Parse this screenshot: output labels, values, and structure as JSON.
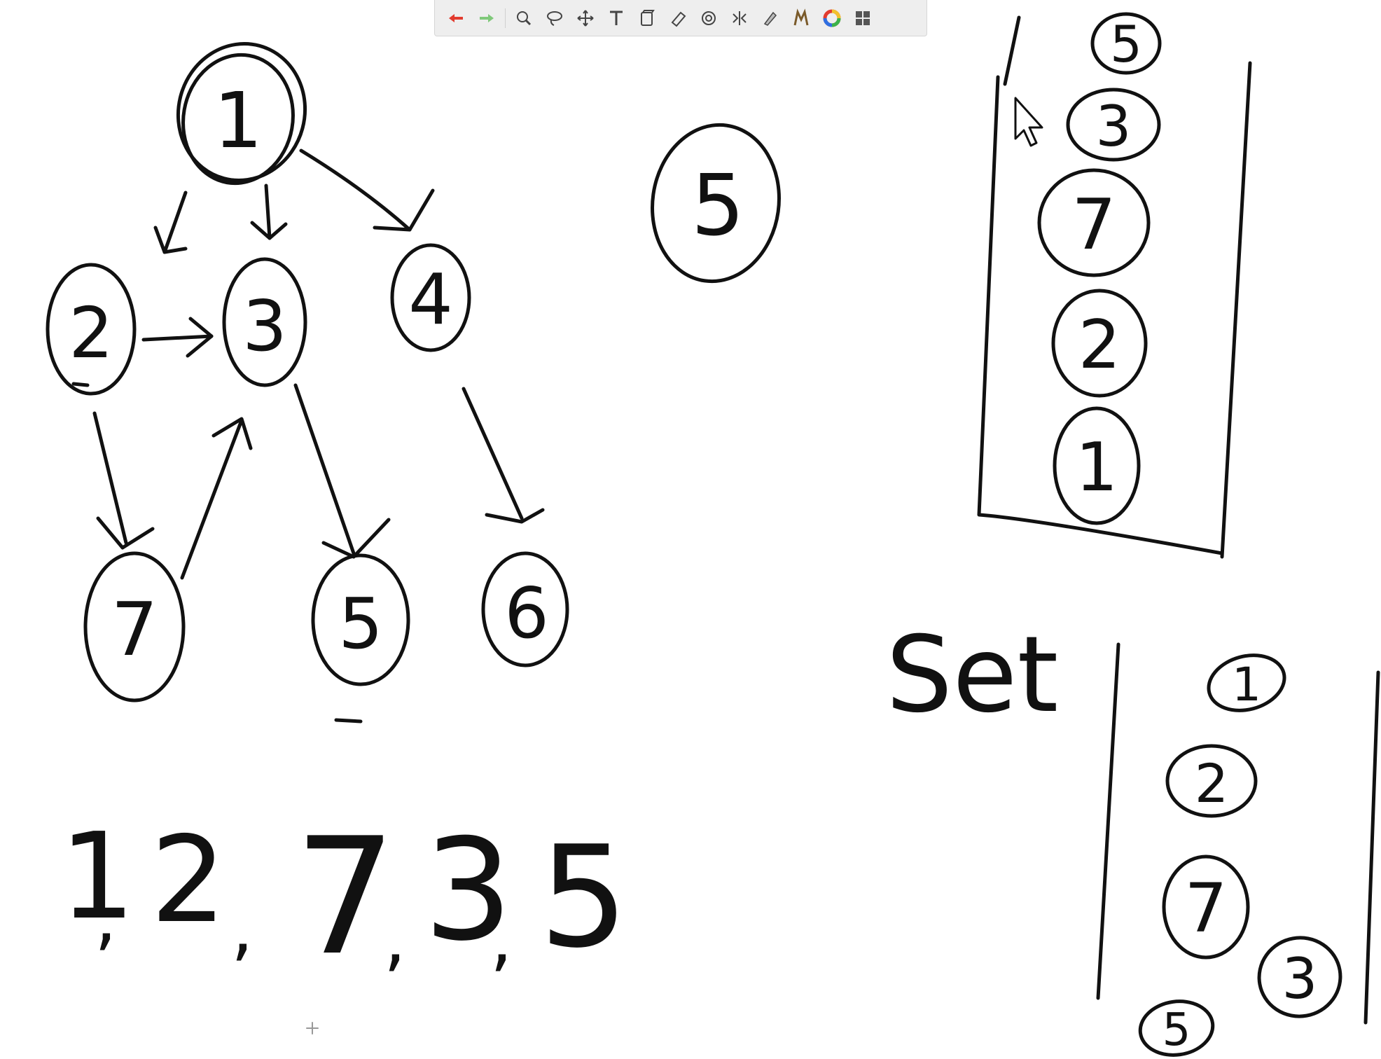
{
  "toolbar": {
    "tools": [
      {
        "name": "undo-icon"
      },
      {
        "name": "redo-icon"
      },
      {
        "name": "zoom-icon"
      },
      {
        "name": "lasso-icon"
      },
      {
        "name": "move-icon"
      },
      {
        "name": "text-icon"
      },
      {
        "name": "shape-icon"
      },
      {
        "name": "eraser-icon"
      },
      {
        "name": "stamp-icon"
      },
      {
        "name": "split-icon"
      },
      {
        "name": "stroke-icon"
      },
      {
        "name": "marker-icon"
      },
      {
        "name": "color-picker-icon"
      },
      {
        "name": "layout-icon"
      }
    ],
    "undo_color": "#e23b2e",
    "redo_color": "#7fc97a"
  },
  "graph": {
    "nodes": {
      "n1": "1",
      "n2": "2",
      "n3": "3",
      "n4": "4",
      "n5": "5",
      "n6": "6",
      "n7": "7"
    }
  },
  "current_node": "5",
  "stack": [
    "5",
    "3",
    "7",
    "2",
    "1"
  ],
  "set": {
    "label": "Set",
    "items": [
      "1",
      "2",
      "7",
      "3",
      "5"
    ]
  },
  "traversal": {
    "sequence": [
      "1",
      "2",
      "7",
      "3",
      "5"
    ]
  },
  "ink_color": "#111111"
}
